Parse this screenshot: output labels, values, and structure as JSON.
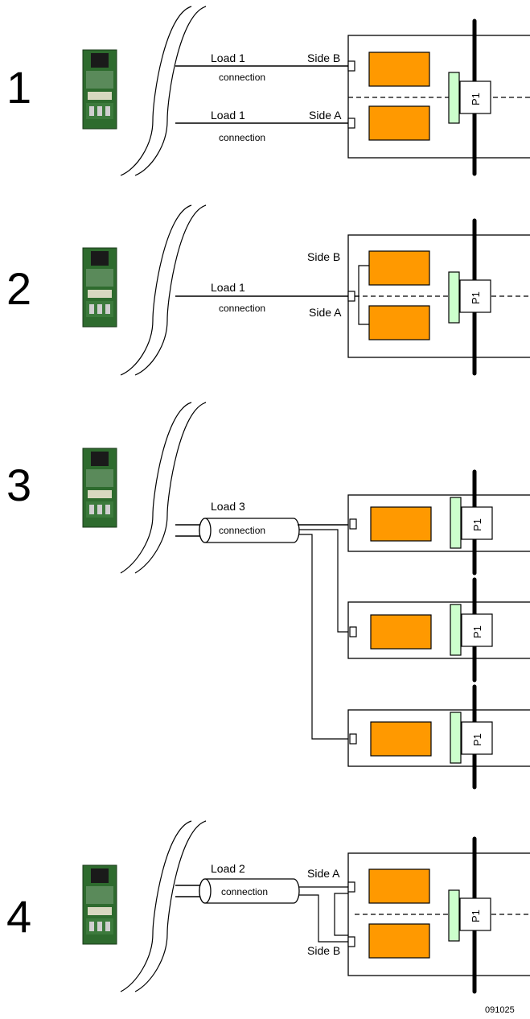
{
  "diagram": {
    "colors": {
      "breaker": "#ff9900",
      "plate": "#ccffcc",
      "module_green": "#2e6b2e"
    },
    "footer_code": "091025",
    "scenarios": [
      {
        "number": "1",
        "loads": [
          {
            "label": "Load 1",
            "sublabel": "connection",
            "side": "Side B"
          },
          {
            "label": "Load 1",
            "sublabel": "connection",
            "side": "Side A"
          }
        ],
        "p1": "P1"
      },
      {
        "number": "2",
        "load": {
          "label": "Load 1",
          "sublabel": "connection"
        },
        "sides": [
          "Side B",
          "Side A"
        ],
        "p1": "P1"
      },
      {
        "number": "3",
        "load": {
          "label": "Load 3",
          "sublabel": "connection"
        },
        "p1_labels": [
          "P1",
          "P1",
          "P1"
        ]
      },
      {
        "number": "4",
        "load": {
          "label": "Load 2",
          "sublabel": "connection"
        },
        "sides": [
          "Side A",
          "Side B"
        ],
        "p1": "P1"
      }
    ]
  }
}
